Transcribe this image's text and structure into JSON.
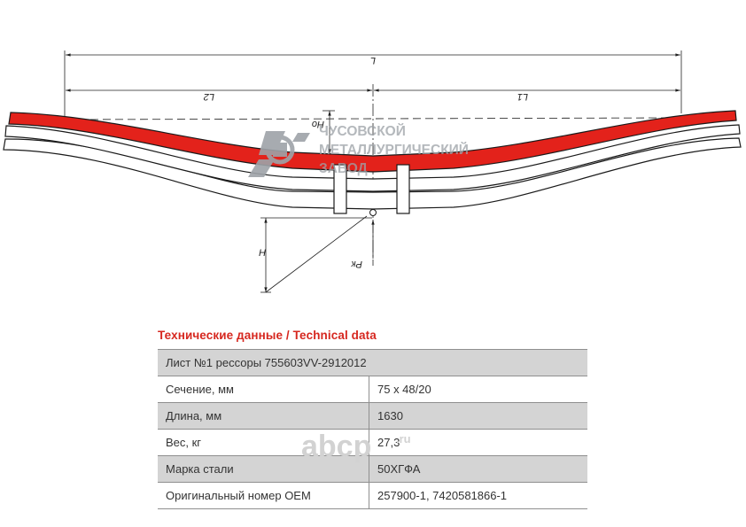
{
  "drawing": {
    "dim_overall": "L",
    "dim_left": "L2",
    "dim_right": "L1",
    "dim_arch": "Ho",
    "dim_height": "H",
    "load_label": "Pк",
    "colors": {
      "leaf_main": "#e3221b",
      "outline": "#1a1a1a",
      "logo_gray": "#9ea3a8"
    }
  },
  "logo": {
    "icon": "cmz-logo-icon",
    "line1": "ЧУСОВСКОЙ",
    "line2": "МЕТАЛЛУРГИЧЕСКИЙ",
    "line3": "ЗАВОД"
  },
  "watermark": {
    "text": "abcp",
    "suffix": ".ru"
  },
  "table": {
    "title": "Технические данные / Technical data",
    "header": "Лист №1 рессоры 755603VV-2912012",
    "rows": [
      {
        "label": "Сечение, мм",
        "value": "75 х 48/20"
      },
      {
        "label": "Длина, мм",
        "value": "1630"
      },
      {
        "label": "Вес, кг",
        "value": "27,3"
      },
      {
        "label": "Марка стали",
        "value": "50ХГФА"
      },
      {
        "label": "Оригинальный номер OEM",
        "value": "257900-1, 7420581866-1"
      }
    ]
  }
}
